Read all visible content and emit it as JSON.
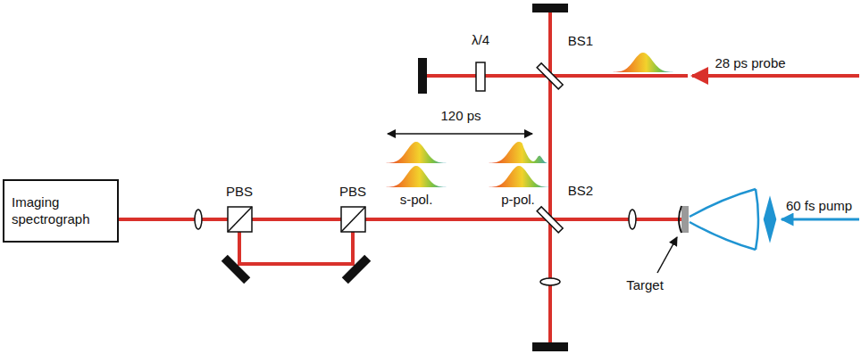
{
  "diagram": {
    "nodes": [
      {
        "text": [
          "Imaging spectrograph"
        ]
      }
    ],
    "labels": [
      "28 ps probe",
      "λ/4",
      "BS1",
      "120 ps",
      "s-pol.",
      "p-pol.",
      "PBS",
      "PBS",
      "BS2",
      "60 fs pump",
      "Target"
    ]
  }
}
